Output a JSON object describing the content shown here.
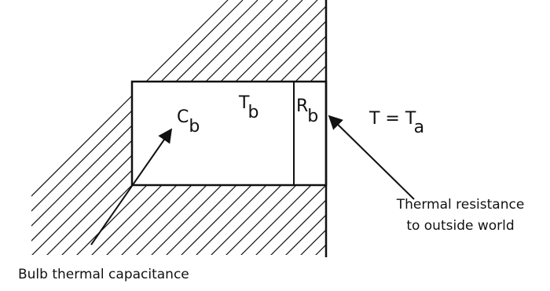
{
  "labels": {
    "capacitance": {
      "main": "C",
      "sub": "b"
    },
    "bulb_temp": {
      "main": "T",
      "sub": "b"
    },
    "resistance": {
      "main": "R",
      "sub": "b"
    },
    "ambient": {
      "main": "T = T",
      "sub": "a"
    }
  },
  "annotations": {
    "resistance_line1": "Thermal resistance",
    "resistance_line2": "to outside world",
    "capacitance": "Bulb thermal capacitance"
  },
  "colors": {
    "ink": "#111111",
    "background": "#ffffff"
  }
}
